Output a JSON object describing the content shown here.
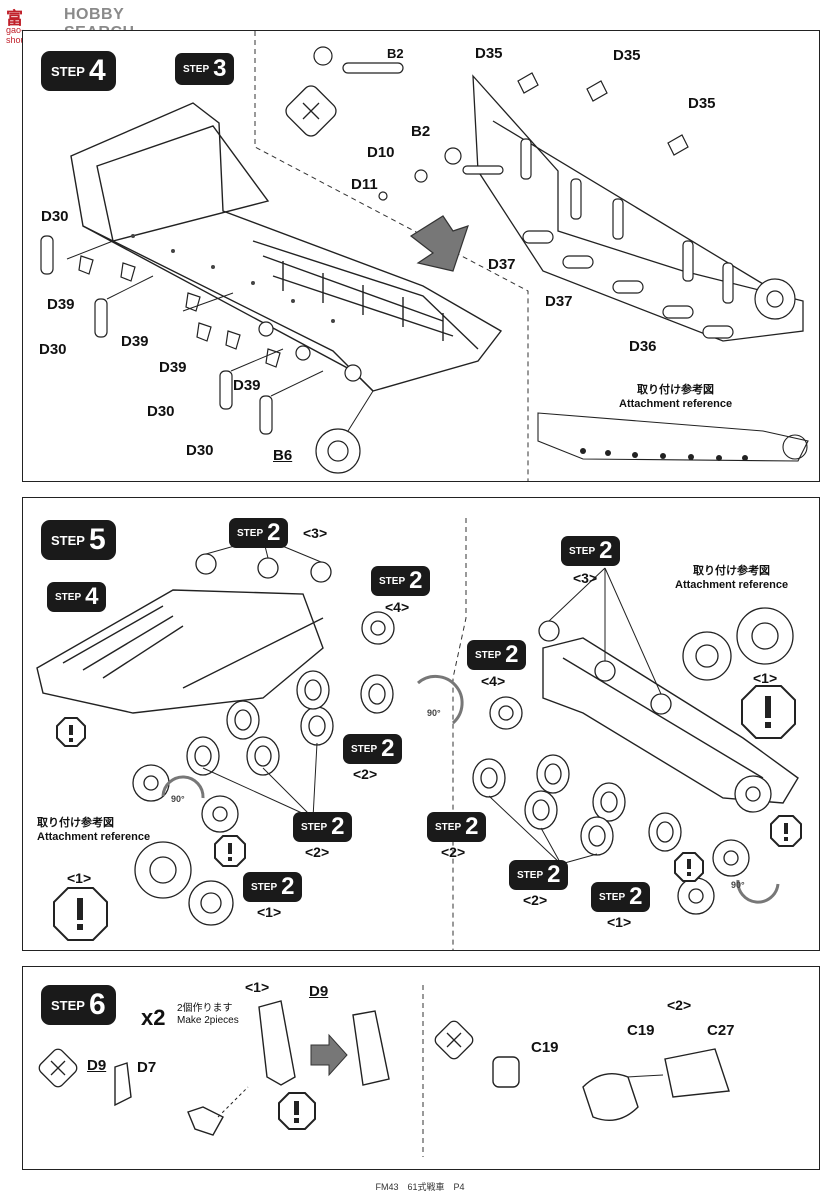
{
  "watermark": {
    "logo": "富 ",
    "text": "HOBBY SEARCH",
    "url": "gao-shou.com"
  },
  "step4": {
    "badge": {
      "word": "STEP",
      "num": "4"
    },
    "ref_badge": {
      "word": "STEP",
      "num": "3"
    },
    "parts": {
      "b2_top": "B2",
      "b2_mid": "B2",
      "d10": "D10",
      "d11": "D11",
      "d35_a": "D35",
      "d35_b": "D35",
      "d35_c": "D35",
      "d37_a": "D37",
      "d37_b": "D37",
      "d36": "D36",
      "d30_a": "D30",
      "d39_a": "D39",
      "d30_b": "D30",
      "d39_b": "D39",
      "d39_c": "D39",
      "d39_d": "D39",
      "d30_c": "D30",
      "d30_d": "D30",
      "b6": "B6"
    },
    "attach_ref": {
      "jp": "取り付け参考図",
      "en": "Attachment reference"
    }
  },
  "step5": {
    "badge": {
      "word": "STEP",
      "num": "5"
    },
    "ref_step4": {
      "word": "STEP",
      "num": "4"
    },
    "left": {
      "s2_3": {
        "word": "STEP",
        "num": "2",
        "sub": "<3>"
      },
      "s2_4": {
        "word": "STEP",
        "num": "2",
        "sub": "<4>"
      },
      "s2_2a": {
        "word": "STEP",
        "num": "2",
        "sub": "<2>"
      },
      "s2_2b": {
        "word": "STEP",
        "num": "2",
        "sub": "<2>"
      },
      "s2_1": {
        "word": "STEP",
        "num": "2",
        "sub": "<1>"
      },
      "attach_ref": {
        "jp": "取り付け参考図",
        "en": "Attachment reference"
      },
      "sub1": "<1>",
      "deg_a": "90°",
      "deg_b": "90°"
    },
    "right": {
      "s2_3": {
        "word": "STEP",
        "num": "2",
        "sub": "<3>"
      },
      "s2_4": {
        "word": "STEP",
        "num": "2",
        "sub": "<4>"
      },
      "s2_2a": {
        "word": "STEP",
        "num": "2",
        "sub": "<2>"
      },
      "s2_2b": {
        "word": "STEP",
        "num": "2",
        "sub": "<2>"
      },
      "s2_1": {
        "word": "STEP",
        "num": "2",
        "sub": "<1>"
      },
      "attach_ref": {
        "jp": "取り付け参考図",
        "en": "Attachment reference"
      },
      "sub1": "<1>",
      "deg": "90°"
    }
  },
  "step6": {
    "badge": {
      "word": "STEP",
      "num": "6"
    },
    "mult": "x2",
    "note": {
      "jp": "2個作ります",
      "en": "Make 2pieces"
    },
    "sub1": "<1>",
    "sub2": "<2>",
    "parts": {
      "d9_a": "D9",
      "d7": "D7",
      "d9_b": "D9",
      "c19_a": "C19",
      "c19_b": "C19",
      "c27": "C27"
    }
  },
  "footer": "FM43　61式戦車　P4"
}
